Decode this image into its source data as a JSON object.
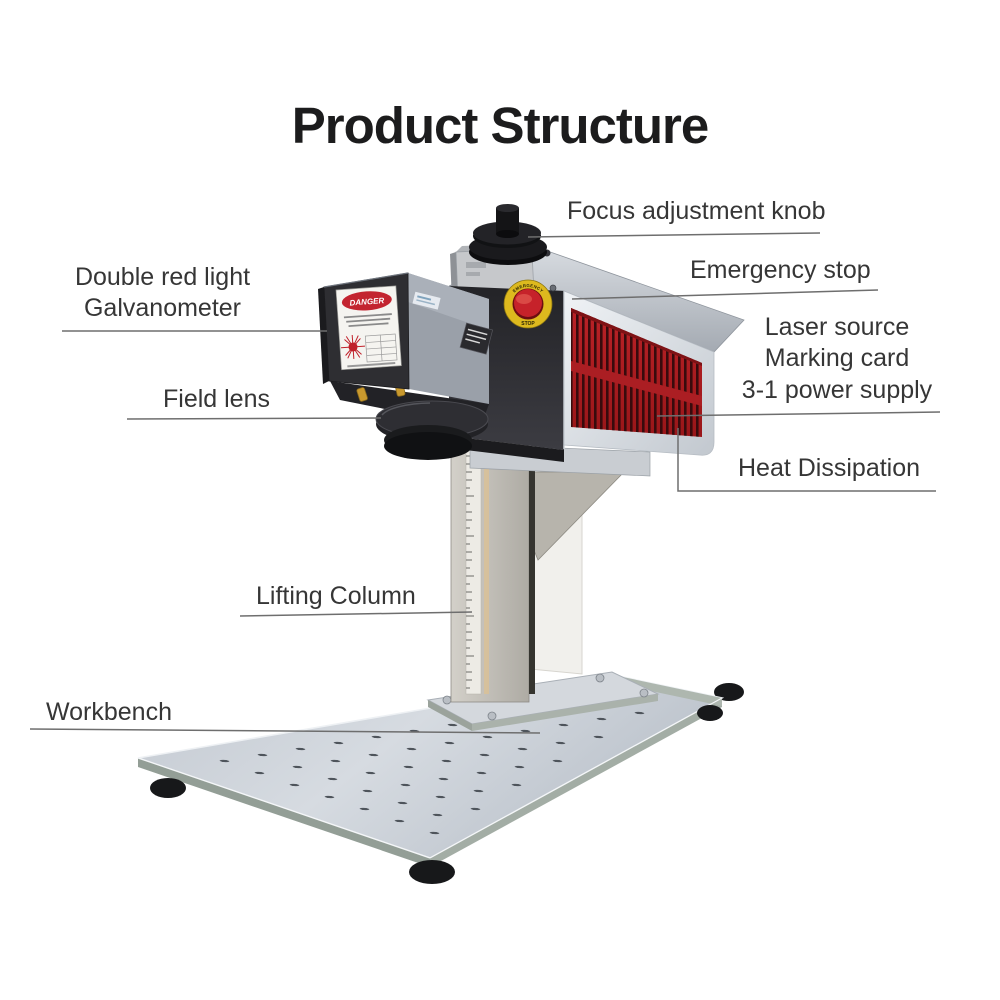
{
  "page": {
    "title": "Product Structure"
  },
  "callouts": [
    {
      "id": "focus-adjustment-knob",
      "label": "Focus adjustment knob"
    },
    {
      "id": "emergency-stop",
      "label": "Emergency stop"
    },
    {
      "id": "double-red-light-galvanometer",
      "label": "Double red light\nGalvanometer"
    },
    {
      "id": "field-lens",
      "label": "Field lens"
    },
    {
      "id": "laser-source-group",
      "label": "Laser source\nMarking card\n3-1 power supply"
    },
    {
      "id": "heat-dissipation",
      "label": "Heat Dissipation"
    },
    {
      "id": "lifting-column",
      "label": "Lifting Column"
    },
    {
      "id": "workbench",
      "label": "Workbench"
    }
  ],
  "machine": {
    "danger_label": "DANGER",
    "emergency_ring_top": "EMERGENCY",
    "emergency_ring_bottom": "STOP",
    "colors": {
      "grille_red": "#b01f24",
      "emergency_button_red": "#c6222a",
      "emergency_ring_yellow": "#ddb91e",
      "body_dark": "#2b2b30",
      "panel_silver": "#e0e4e9",
      "workbench_silver": "#c7cdd5",
      "leader_line": "#6e6e6e",
      "label_text": "#363636",
      "title_text": "#1c1c1d"
    }
  }
}
